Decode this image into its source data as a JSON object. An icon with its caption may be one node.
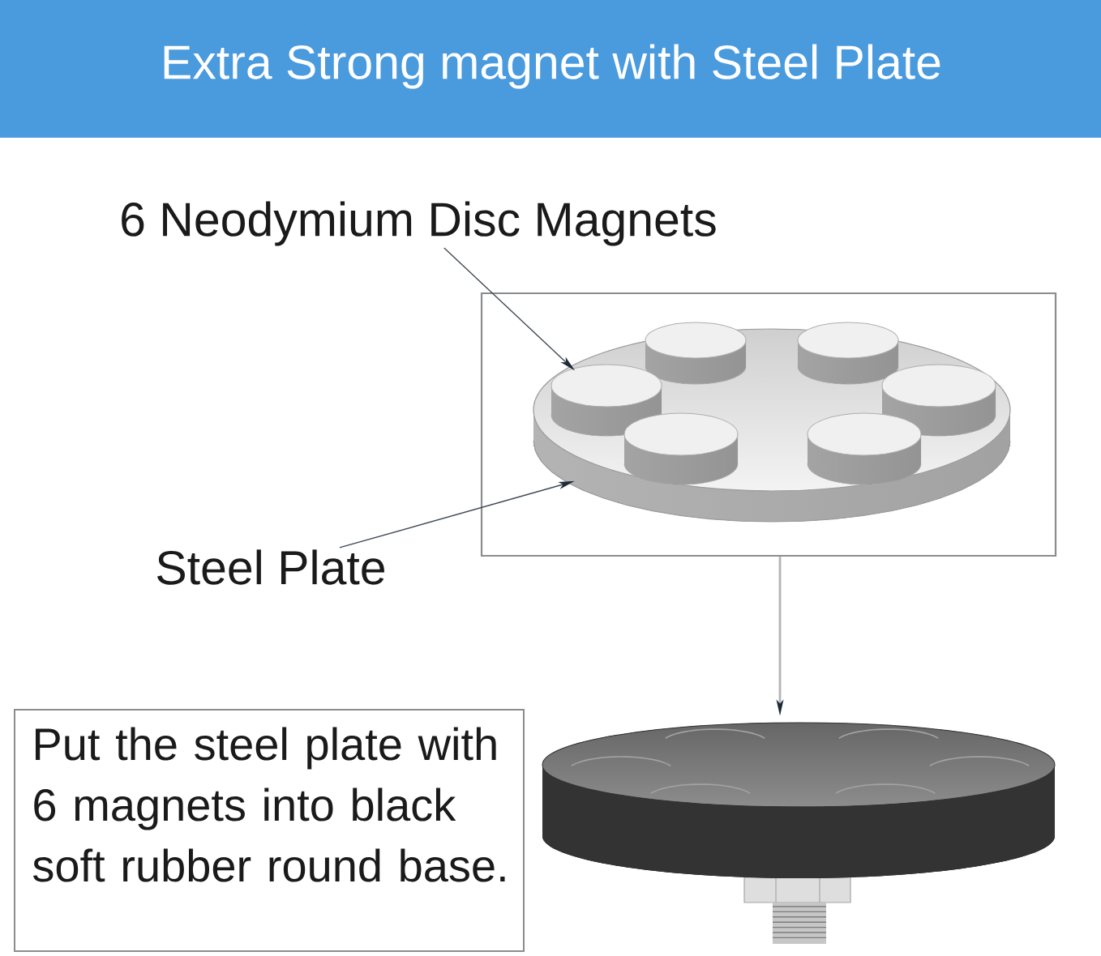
{
  "diagram": {
    "title": "Extra Strong magnet with Steel Plate",
    "nodes": [
      {
        "text": [
          "6 Neodymium Disc Magnets"
        ]
      },
      {
        "text": [],
        "shape": "box"
      },
      {
        "text": [],
        "shape": "picture",
        "in": 1
      },
      {
        "text": [],
        "shape": "cylinder",
        "in": 2
      },
      {
        "text": [],
        "shape": "cylinder",
        "in": 2
      },
      {
        "text": [],
        "shape": "cylinder",
        "in": 2
      },
      {
        "text": [],
        "shape": "cylinder",
        "in": 2
      },
      {
        "text": [],
        "shape": "cylinder",
        "in": 2
      },
      {
        "text": [],
        "shape": "cylinder",
        "in": 2
      },
      {
        "text": [
          "Steel Plate"
        ]
      },
      {
        "text": [
          "Put the steel plate with 6 magnets into black soft rubber round base."
        ]
      },
      {
        "text": [],
        "shape": "picture"
      }
    ],
    "edges": [
      {
        "from": 0,
        "to": 5,
        "arrow": "to"
      },
      {
        "from": 9,
        "to": 2,
        "arrow": "to"
      },
      {
        "from": 1,
        "to": 11,
        "arrow": "to",
        "color": "#b4b4b4"
      }
    ]
  }
}
